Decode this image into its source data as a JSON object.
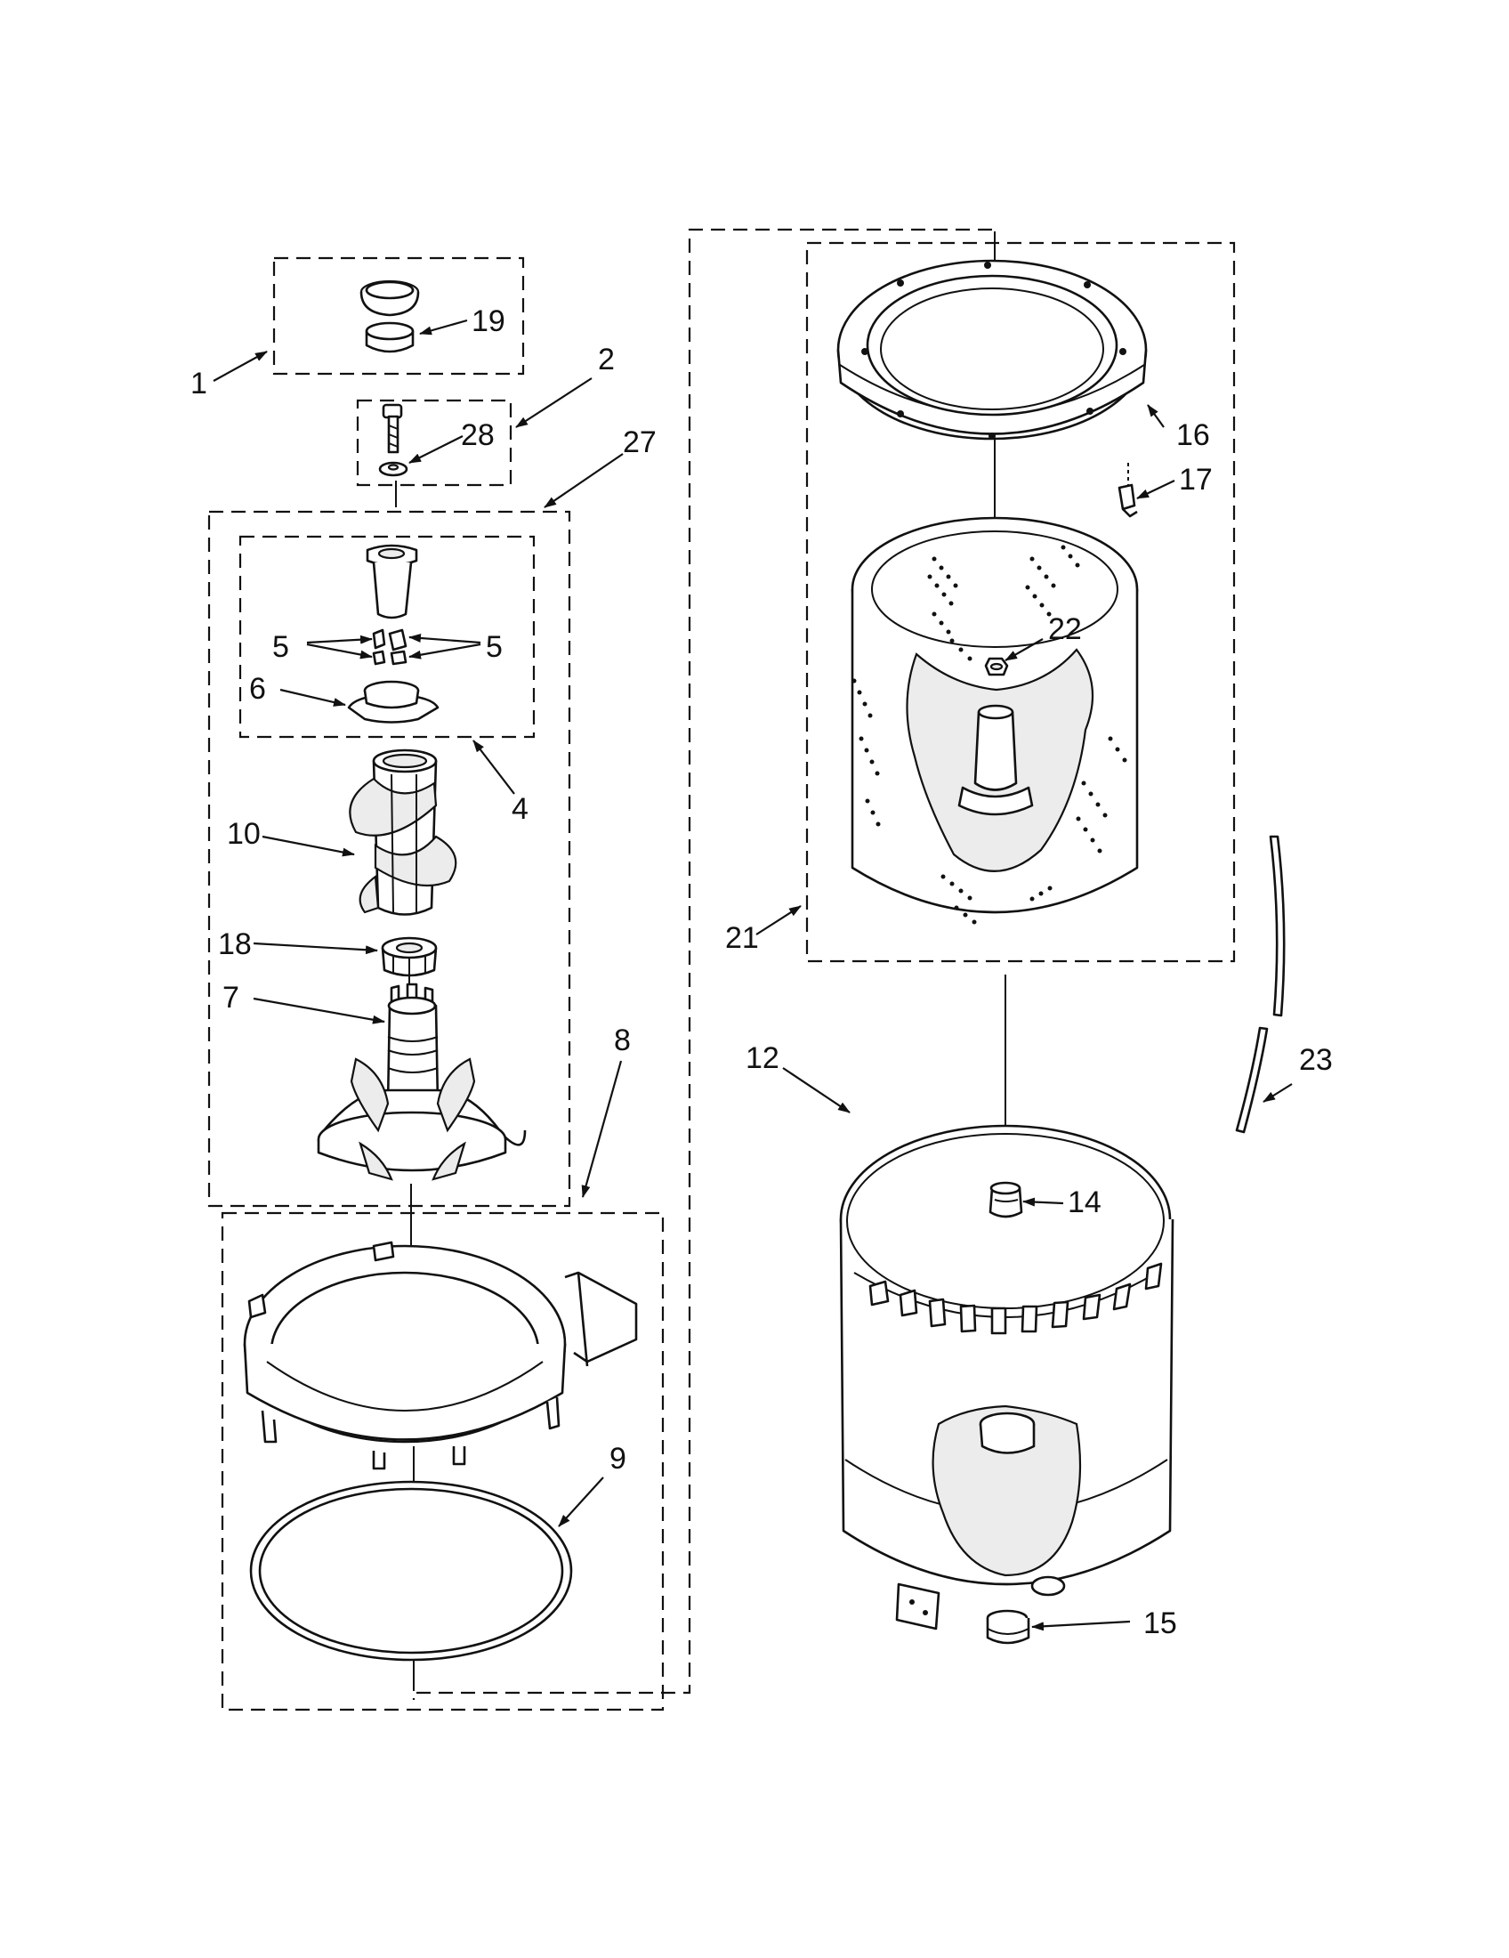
{
  "callouts": [
    {
      "id": "1",
      "label": "1"
    },
    {
      "id": "2",
      "label": "2"
    },
    {
      "id": "4",
      "label": "4"
    },
    {
      "id": "5a",
      "label": "5"
    },
    {
      "id": "5b",
      "label": "5"
    },
    {
      "id": "6",
      "label": "6"
    },
    {
      "id": "7",
      "label": "7"
    },
    {
      "id": "8",
      "label": "8"
    },
    {
      "id": "9",
      "label": "9"
    },
    {
      "id": "10",
      "label": "10"
    },
    {
      "id": "12",
      "label": "12"
    },
    {
      "id": "14",
      "label": "14"
    },
    {
      "id": "15",
      "label": "15"
    },
    {
      "id": "16",
      "label": "16"
    },
    {
      "id": "17",
      "label": "17"
    },
    {
      "id": "18",
      "label": "18"
    },
    {
      "id": "19",
      "label": "19"
    },
    {
      "id": "21",
      "label": "21"
    },
    {
      "id": "22",
      "label": "22"
    },
    {
      "id": "23",
      "label": "23"
    },
    {
      "id": "27",
      "label": "27"
    },
    {
      "id": "28",
      "label": "28"
    }
  ]
}
